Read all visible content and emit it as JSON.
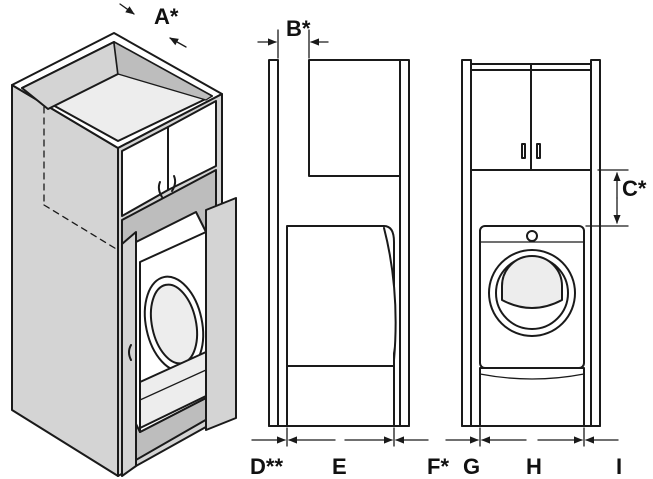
{
  "diagram": {
    "labels": {
      "a": "A*",
      "b": "B*",
      "c": "C*",
      "d": "D**",
      "e": "E",
      "f": "F*",
      "g": "G",
      "h": "H",
      "i": "I"
    },
    "colors": {
      "line": "#1a1a1a",
      "panel_shade": "#d4d4d4",
      "light_shade": "#ededed",
      "background": "#ffffff"
    }
  }
}
